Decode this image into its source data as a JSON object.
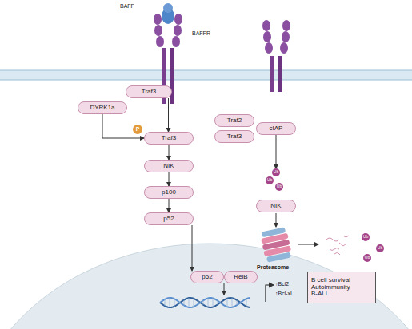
{
  "diagram": {
    "nodes": [
      {
        "text": [
          "Traf3"
        ]
      },
      {
        "text": [
          "DYRK1a"
        ]
      },
      {
        "text": [
          "P"
        ]
      },
      {
        "text": [
          "Traf3"
        ]
      },
      {
        "text": [
          "Traf2"
        ]
      },
      {
        "text": [
          "Traf3"
        ]
      },
      {
        "text": [
          "cIAP"
        ]
      },
      {
        "text": [
          "Ub"
        ]
      },
      {
        "text": [
          "Ub"
        ]
      },
      {
        "text": [
          "Ub"
        ]
      },
      {
        "text": [
          "NIK"
        ]
      },
      {
        "text": [
          "NIK"
        ]
      },
      {
        "text": [
          "p100"
        ]
      },
      {
        "text": [
          "p52"
        ]
      },
      {
        "text": [
          "Ub"
        ]
      },
      {
        "text": [
          "Ub"
        ]
      },
      {
        "text": [
          "Ub"
        ]
      },
      {
        "text": [
          "p52"
        ]
      },
      {
        "text": [
          "RelB"
        ]
      },
      {
        "text": [
          "B cell survival",
          "Autoimmunity",
          "B-ALL"
        ]
      }
    ],
    "edges": [
      {
        "from": 0,
        "to": 3,
        "arrow": "to"
      },
      {
        "from": 1,
        "to": 3,
        "arrow": "to"
      },
      {
        "from": 3,
        "to": 10,
        "arrow": "to"
      },
      {
        "from": 10,
        "to": 12,
        "arrow": "to"
      },
      {
        "from": 12,
        "to": 13,
        "arrow": "to"
      },
      {
        "from": 13,
        "to": 17,
        "arrow": "to"
      },
      {
        "from": 6,
        "to": 7,
        "arrow": "to"
      }
    ],
    "labels": [
      "BAFF",
      "BAFFR",
      "↑Bcl2",
      "↑Bcl-xL",
      "Proteasome"
    ]
  }
}
